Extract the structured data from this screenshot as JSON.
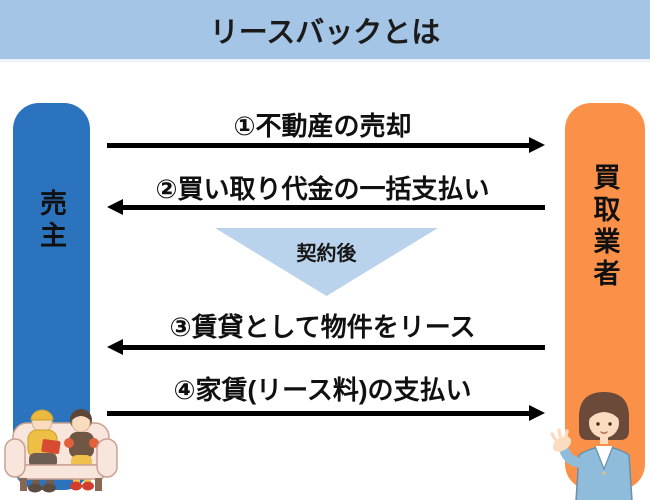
{
  "title": "リースバックとは",
  "actors": {
    "seller": "売主",
    "buyer": "買取業者"
  },
  "steps": [
    {
      "label": "①不動産の売却",
      "direction": "right",
      "from": "売主",
      "to": "買取業者"
    },
    {
      "label": "②買い取り代金の一括支払い",
      "direction": "left",
      "from": "買取業者",
      "to": "売主"
    },
    {
      "label": "③賃貸として物件をリース",
      "direction": "left",
      "from": "買取業者",
      "to": "売主"
    },
    {
      "label": "④家賃(リース料)の支払い",
      "direction": "right",
      "from": "売主",
      "to": "買取業者"
    }
  ],
  "divider_label": "契約後",
  "colors": {
    "banner_bg": "#A4C5E6",
    "seller_bar": "#2C73BD",
    "buyer_bar": "#FB9148",
    "divider_triangle": "#B9D3EC",
    "arrow": "#000000",
    "text": "#1B1B1B"
  },
  "illustrations": {
    "left": "elderly-couple-on-sofa",
    "right": "businesswoman-presenting"
  }
}
